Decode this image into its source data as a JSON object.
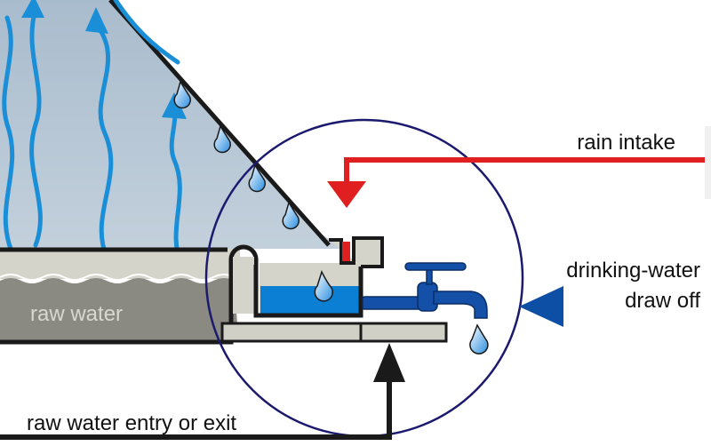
{
  "labels": {
    "rain_intake": "rain intake",
    "drinking_water_line1": "drinking-water",
    "drinking_water_line2": "draw off",
    "raw_water": "raw water",
    "raw_water_entry": "raw water entry or exit"
  },
  "colors": {
    "glass": "#b4c3d2",
    "sky_glass_light": "#c9d5e1",
    "vapour_arrow": "#1a8fd8",
    "raw_water": "#8a8a82",
    "basin_light": "#d4d4cb",
    "drinking_water": "#0a7fd4",
    "tap": "#1450a8",
    "rain_pipe": "#e02020",
    "arrow_dark": "#1a1a1a",
    "circle": "#1c1a6e",
    "arrow_draw_off": "#0e4fa6"
  },
  "icons": {
    "tap": "water-tap-icon",
    "drop": "water-drop-icon"
  }
}
